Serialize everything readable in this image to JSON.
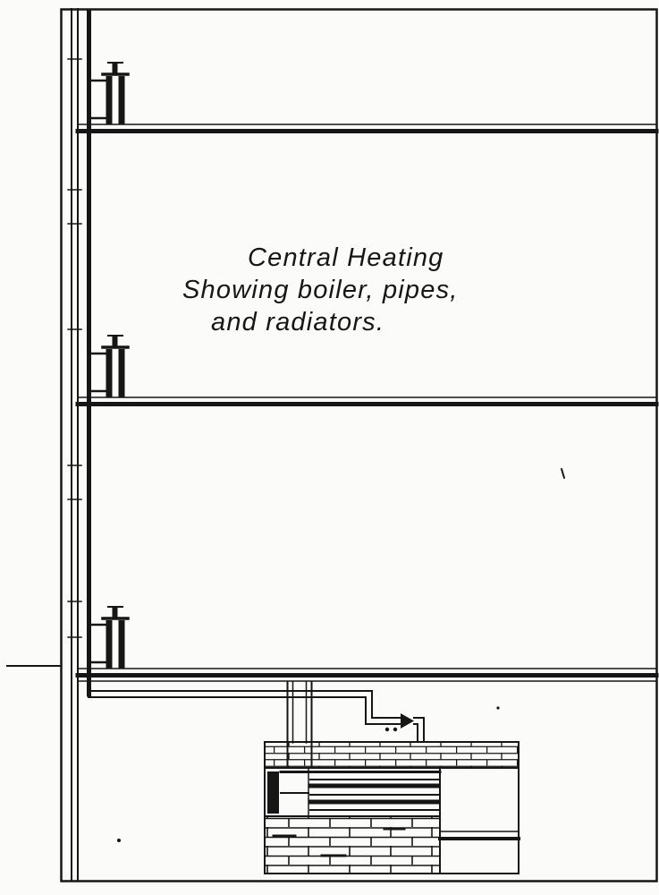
{
  "colors": {
    "ink": "#161616",
    "paper": "#fbfbf9"
  },
  "caption": {
    "line1": "Central Heating",
    "line2": "Showing boiler, pipes,",
    "line3": "and radiators."
  }
}
